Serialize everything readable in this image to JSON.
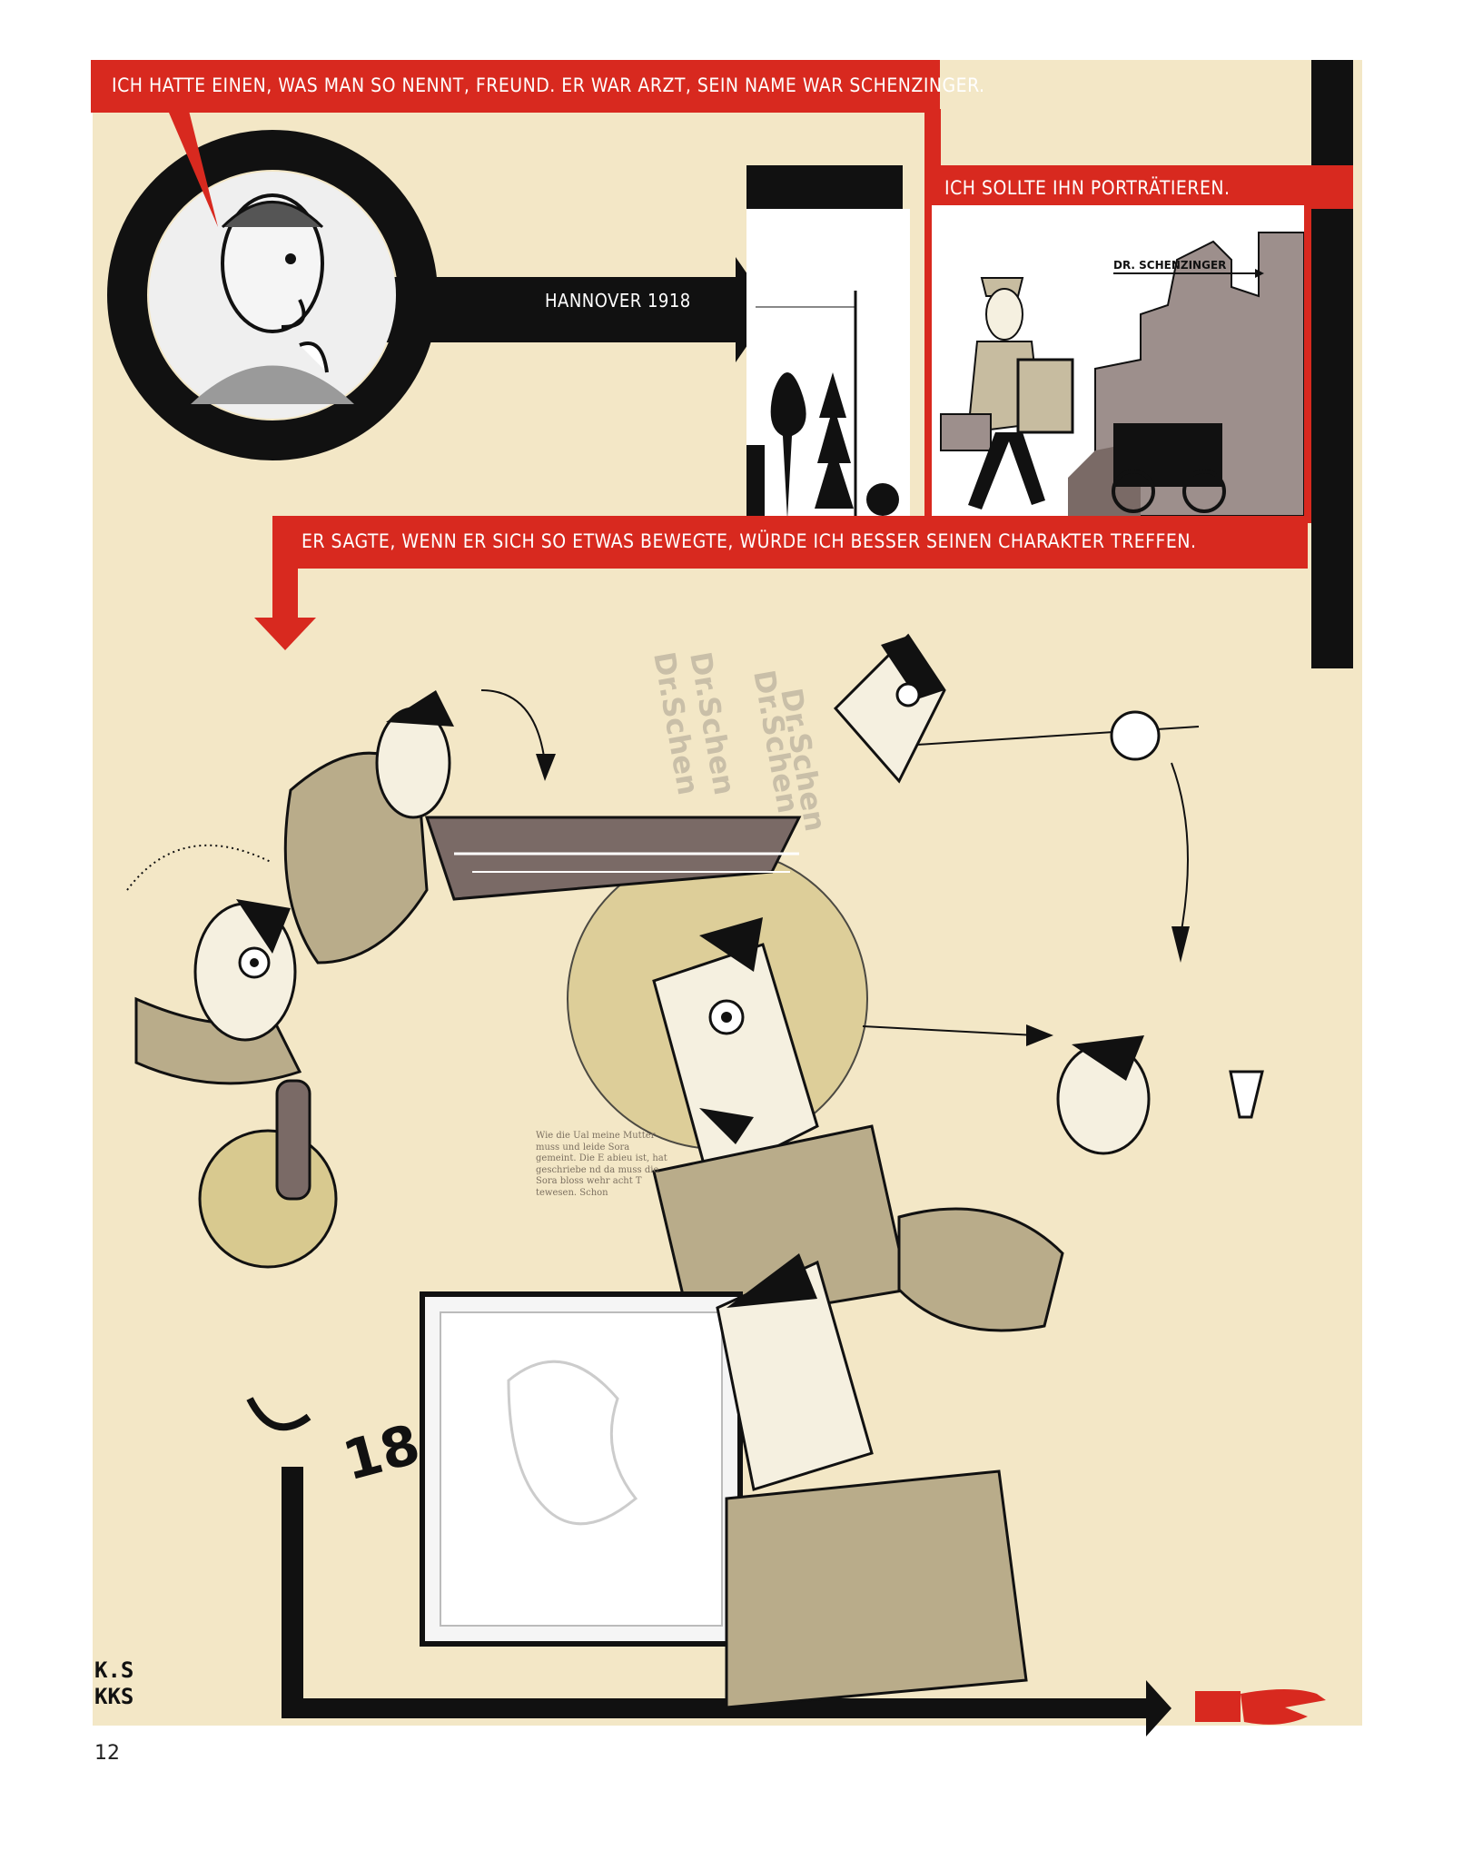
{
  "captions": {
    "friend": "ICH HATTE EINEN, WAS MAN SO NENNT, FREUND. ER WAR ARZT, SEIN NAME WAR SCHENZINGER.",
    "place_date": "HANNOVER 1918",
    "portrait": "ICH SOLLTE IHN PORTRÄTIEREN.",
    "movement": "ER SAGTE, WENN ER SICH SO ETWAS BEWEGTE, WÜRDE ICH BESSER SEINEN CHARAKTER TREFFEN."
  },
  "panel_labels": {
    "arrow_label": "DR. SCHENZINGER"
  },
  "illustration_text": {
    "stamp_repeated": "Dr.Schen",
    "fragment_text": "Wie die Ual meine Mutter muss und leide Sora gemeint. Die E abieu ist, hat geschriebe nd da muss die Sora bloss wehr acht T tewesen. Schon",
    "year_mark": "18",
    "signature": "K.S KKS"
  },
  "page_number": "12",
  "colors": {
    "paper": "#f3e7c6",
    "red": "#d8291f",
    "black": "#111111",
    "khaki": "#b9ac8a",
    "taupe": "#7a6a66"
  }
}
